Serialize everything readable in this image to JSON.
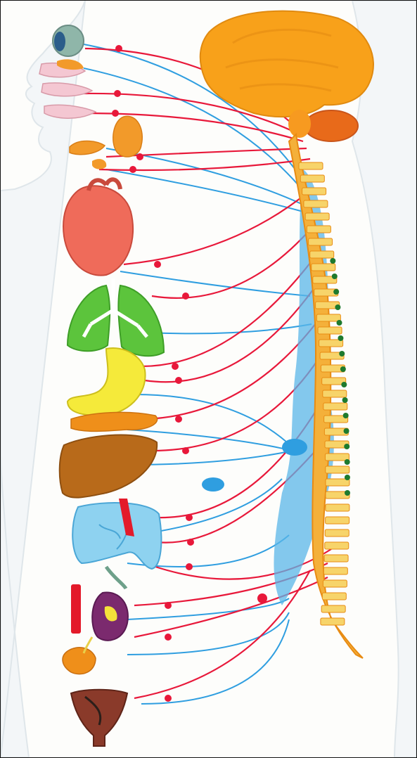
{
  "diagram": {
    "labels": [],
    "colors": {
      "background": "#fdfdfb",
      "body_outline": "#dfe6ea",
      "sympathetic": "#e8183a",
      "parasympathetic": "#2f9ee0",
      "brain": "#f7a51c",
      "spinal_cord": "#f4b03a",
      "ganglia": "#1e7a2e"
    },
    "organs": [
      {
        "name": "eye"
      },
      {
        "name": "nasal-passages"
      },
      {
        "name": "salivary-glands"
      },
      {
        "name": "heart"
      },
      {
        "name": "lungs"
      },
      {
        "name": "stomach"
      },
      {
        "name": "pancreas"
      },
      {
        "name": "liver"
      },
      {
        "name": "intestines"
      },
      {
        "name": "kidney"
      },
      {
        "name": "bladder"
      },
      {
        "name": "uterus"
      }
    ]
  }
}
